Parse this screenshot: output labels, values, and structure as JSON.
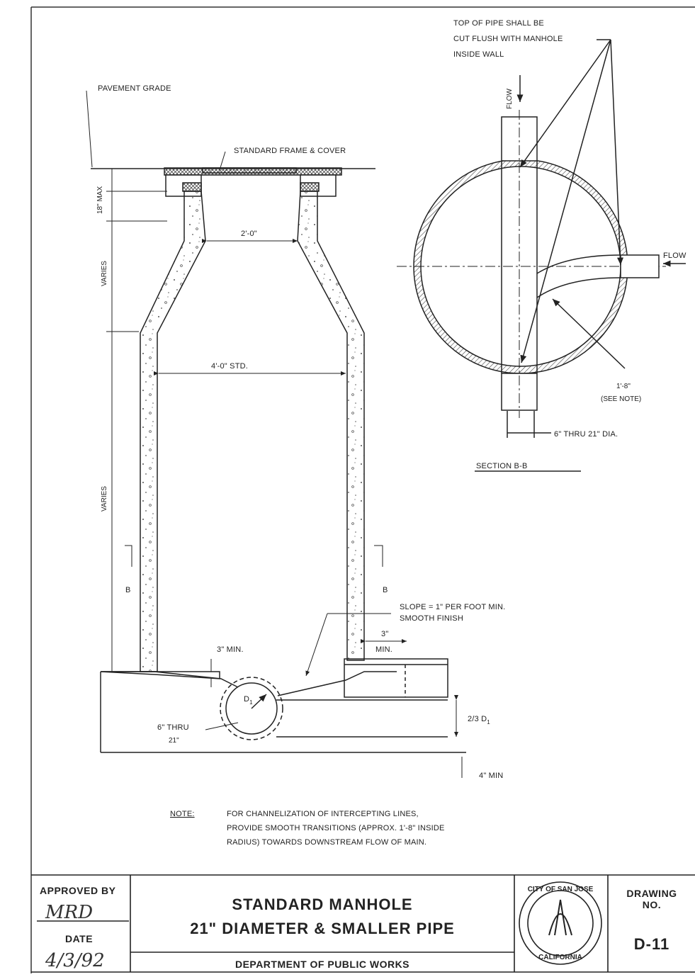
{
  "drawing": {
    "top_note": [
      "TOP OF PIPE SHALL BE",
      "CUT FLUSH WITH MANHOLE",
      "INSIDE WALL"
    ],
    "pavement_grade": "PAVEMENT GRADE",
    "frame_cover": "STANDARD FRAME & COVER",
    "dim_18_max": "18\" MAX",
    "dim_2_0": "2'-0\"",
    "varies_upper": "VARIES",
    "dim_4_0": "4'-0\" STD.",
    "varies_lower": "VARIES",
    "flow_top": "FLOW",
    "flow_right": "FLOW",
    "radius_note": [
      "1'-8\"",
      "(SEE NOTE)"
    ],
    "pipe_dia": "6\" THRU  21\" DIA.",
    "section_title": "SECTION  B-B",
    "section_b_left": "B",
    "section_b_right": "B",
    "slope_note": [
      "SLOPE =  1\" PER FOOT MIN.",
      "SMOOTH FINISH"
    ],
    "dim_3_min_left": "3\" MIN.",
    "dim_3_min_right": [
      "3\"",
      "MIN."
    ],
    "d1_label": "D",
    "d1_sub": "1",
    "pipe_range": [
      "6\" THRU",
      "21\""
    ],
    "two_thirds": "2/3 D",
    "two_thirds_sub": "1",
    "four_min": "4\" MIN",
    "note_label": "NOTE:",
    "note_text": [
      "FOR CHANNELIZATION OF INTERCEPTING LINES,",
      "PROVIDE SMOOTH TRANSITIONS (APPROX. 1'-8\" INSIDE",
      "RADIUS) TOWARDS DOWNSTREAM  FLOW  OF MAIN."
    ]
  },
  "title_block": {
    "approved_by": "APPROVED BY",
    "approver": "MRD",
    "date_label": "DATE",
    "date_value": "4/3/92",
    "title_line1": "STANDARD  MANHOLE",
    "title_line2": "21\" DIAMETER  &  SMALLER  PIPE",
    "department": "DEPARTMENT  OF  PUBLIC  WORKS",
    "seal_top": "CITY OF SAN JOSE",
    "seal_bottom": "CALIFORNIA",
    "drawing_no_label": [
      "DRAWING",
      "NO."
    ],
    "drawing_no": "D-11"
  }
}
